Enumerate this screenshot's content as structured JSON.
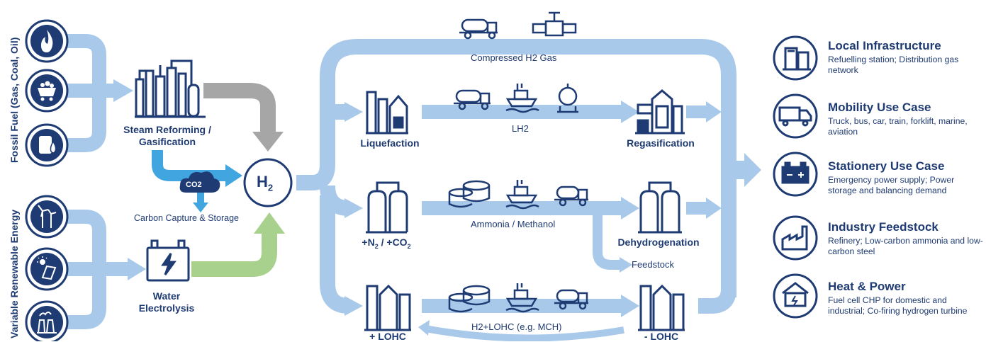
{
  "sources": {
    "fossil_label": "Fossil Fuel (Gas, Coal, Oil)",
    "renewable_label": "Variable Renewable Energy"
  },
  "production": {
    "steam_reforming": "Steam Reforming /",
    "gasification": "Gasification",
    "water": "Water",
    "electrolysis": "Electrolysis",
    "co2": "CO2",
    "ccs": "Carbon Capture & Storage",
    "h2": "H",
    "h2_sub": "2"
  },
  "transport": {
    "compressed": "Compressed H2 Gas",
    "lh2": "LH2",
    "ammonia": "Ammonia / Methanol",
    "lohc": "H2+LOHC (e.g. MCH)",
    "feedstock": "Feedstock",
    "liquefaction": "Liquefaction",
    "regasification": "Regasification",
    "n2_co2_a": "+N",
    "n2_co2_b": "2",
    "n2_co2_c": " / +CO",
    "n2_co2_d": "2",
    "dehydrogenation": "Dehydrogenation",
    "plus_lohc": "+ LOHC",
    "minus_lohc": "- LOHC"
  },
  "uses": [
    {
      "icon": "fuel-station-icon",
      "title": "Local Infrastructure",
      "desc": "Refuelling station; Distribution gas network"
    },
    {
      "icon": "truck-icon",
      "title": "Mobility Use Case",
      "desc": "Truck, bus, car, train, forklift, marine, aviation"
    },
    {
      "icon": "battery-icon",
      "title": "Stationery Use Case",
      "desc": "Emergency power supply; Power storage and balancing demand"
    },
    {
      "icon": "factory-icon",
      "title": "Industry Feedstock",
      "desc": "Refinery; Low-carbon ammonia and low-carbon steel"
    },
    {
      "icon": "house-power-icon",
      "title": "Heat & Power",
      "desc": "Fuel cell CHP for domestic and industrial; Co-firing hydrogen turbine"
    }
  ],
  "colors": {
    "navy": "#1f3b73",
    "light_blue": "#a9c9ea",
    "gray": "#a6a6a6",
    "green": "#a9d18e",
    "bright_blue": "#41a6e0"
  }
}
